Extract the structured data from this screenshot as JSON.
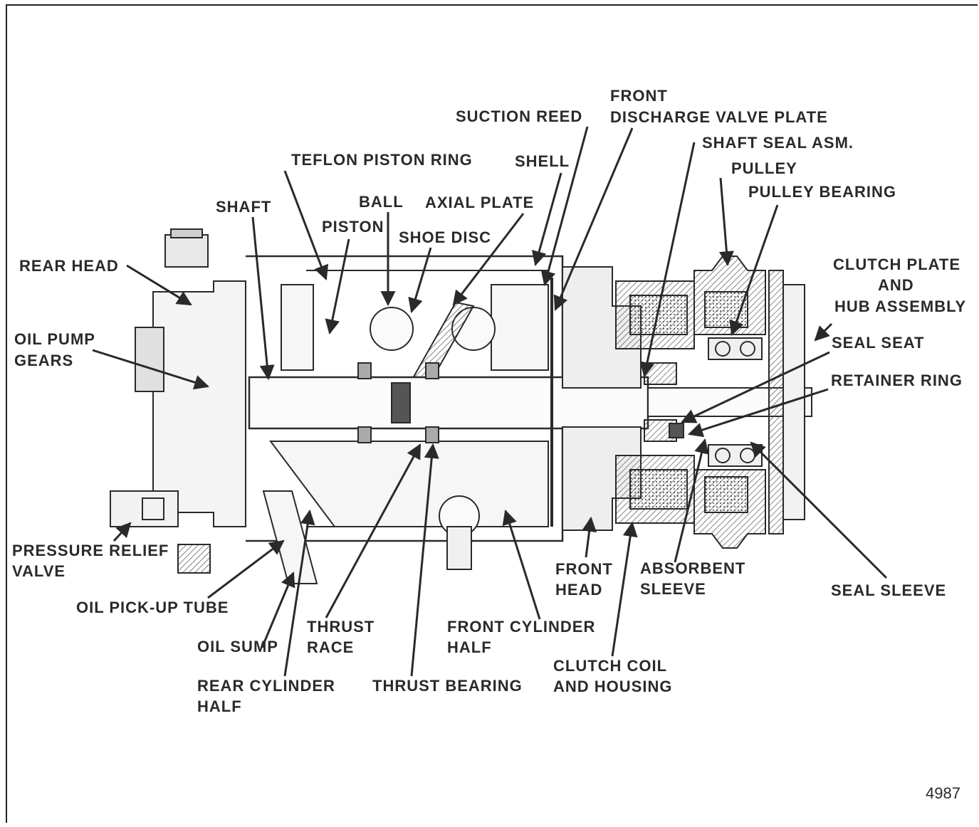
{
  "labels": {
    "front": "FRONT",
    "discharge_valve_plate": "DISCHARGE VALVE PLATE",
    "suction_reed": "SUCTION REED",
    "shaft_seal_asm": "SHAFT SEAL ASM.",
    "teflon_piston_ring": "TEFLON PISTON RING",
    "shell": "SHELL",
    "pulley": "PULLEY",
    "pulley_bearing": "PULLEY BEARING",
    "ball": "BALL",
    "axial_plate": "AXIAL PLATE",
    "shaft": "SHAFT",
    "piston": "PISTON",
    "shoe_disc": "SHOE DISC",
    "rear_head": "REAR HEAD",
    "clutch_plate_1": "CLUTCH PLATE",
    "clutch_plate_2": "AND",
    "clutch_plate_3": "HUB ASSEMBLY",
    "oil_pump_1": "OIL PUMP",
    "oil_pump_2": "GEARS",
    "seal_seat": "SEAL SEAT",
    "retainer_ring": "RETAINER RING",
    "pressure_relief_1": "PRESSURE RELIEF",
    "pressure_relief_2": "VALVE",
    "front_head_1": "FRONT",
    "front_head_2": "HEAD",
    "absorbent_1": "ABSORBENT",
    "absorbent_2": "SLEEVE",
    "seal_sleeve": "SEAL SLEEVE",
    "oil_pickup_tube": "OIL PICK-UP TUBE",
    "oil_sump": "OIL SUMP",
    "thrust_race_1": "THRUST",
    "thrust_race_2": "RACE",
    "front_cylinder_1": "FRONT CYLINDER",
    "front_cylinder_2": "HALF",
    "clutch_coil_1": "CLUTCH COIL",
    "clutch_coil_2": "AND HOUSING",
    "rear_cylinder_1": "REAR CYLINDER",
    "rear_cylinder_2": "HALF",
    "thrust_bearing": "THRUST BEARING"
  },
  "figure_number": "4987",
  "colors": {
    "ink": "#2a2a2a",
    "hatch": "#555555",
    "paper": "#ffffff"
  }
}
